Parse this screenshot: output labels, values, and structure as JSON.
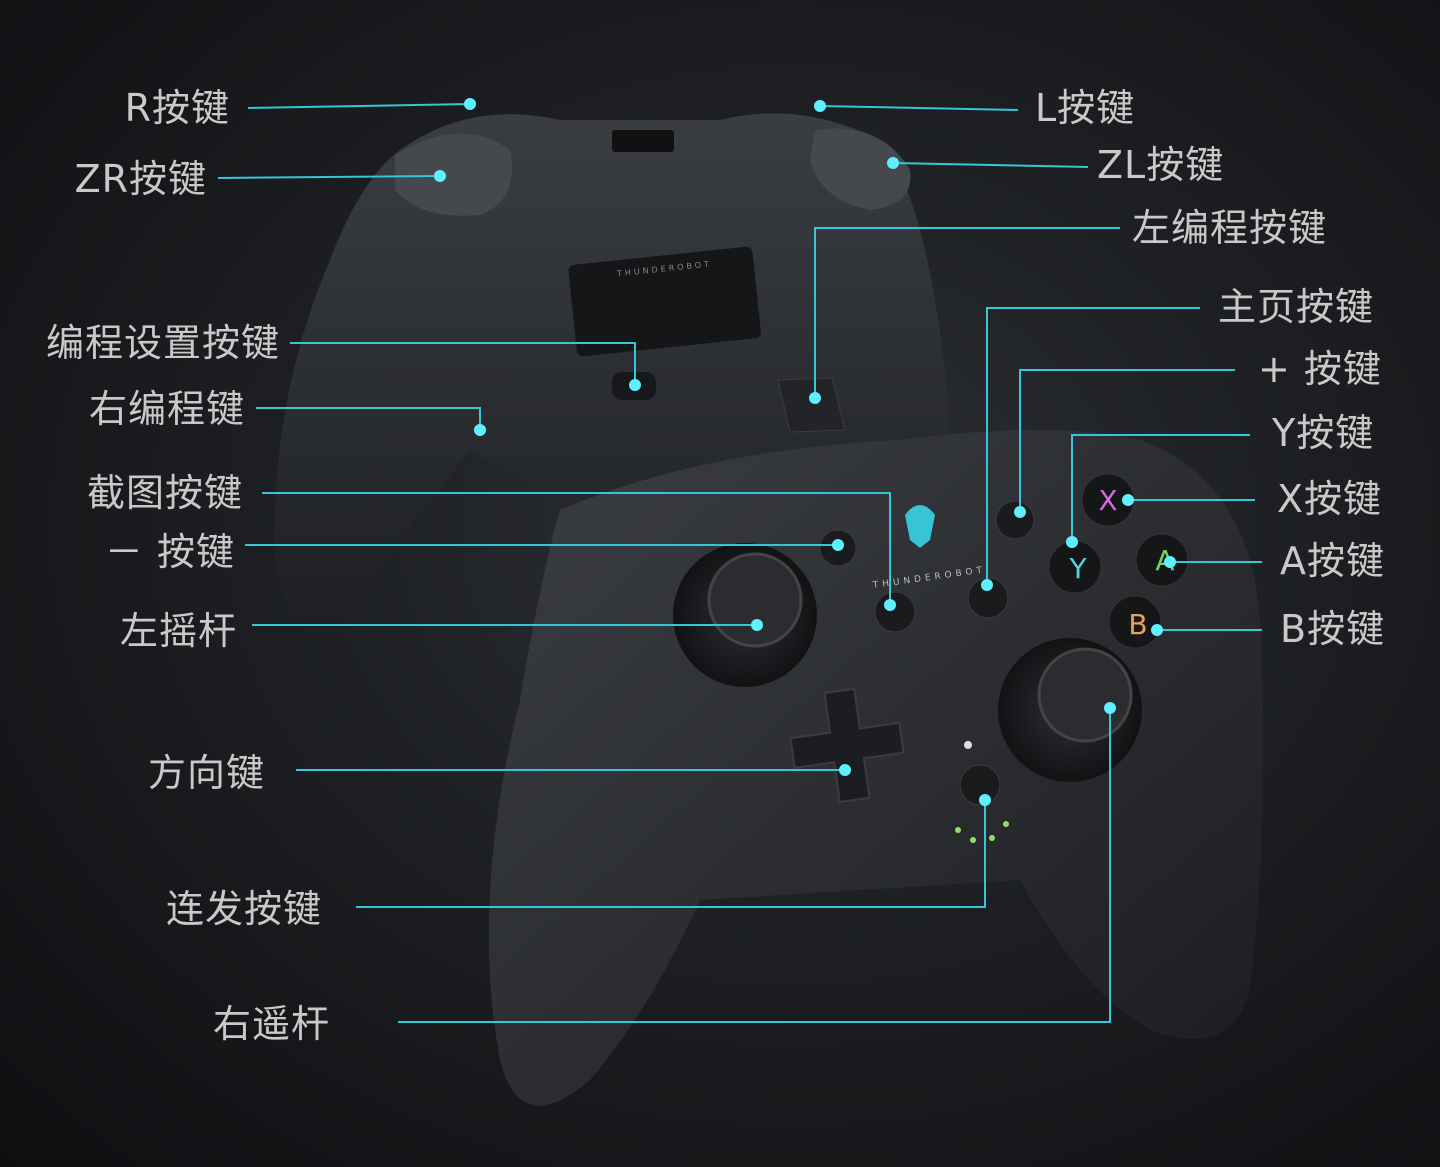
{
  "brand": "THUNDEROBOT",
  "colors": {
    "leader_line": "#35c6d8",
    "label_text": "#c9c9c9",
    "body": "#2b2d31",
    "button_x": "#d46bd8",
    "button_y": "#4fd4e0",
    "button_a": "#6fd46a",
    "button_b": "#e8a05a"
  },
  "face_buttons": {
    "x": "X",
    "y": "Y",
    "a": "A",
    "b": "B"
  },
  "labels_left": [
    {
      "id": "r",
      "text": "R按键"
    },
    {
      "id": "zr",
      "text": "ZR按键"
    },
    {
      "id": "prog-set",
      "text": "编程设置按键"
    },
    {
      "id": "right-prog",
      "text": "右编程键"
    },
    {
      "id": "screenshot",
      "text": "截图按键"
    },
    {
      "id": "minus",
      "text": "－ 按键"
    },
    {
      "id": "left-stick",
      "text": "左摇杆"
    },
    {
      "id": "dpad",
      "text": "方向键"
    },
    {
      "id": "turbo",
      "text": "连发按键"
    },
    {
      "id": "right-stick",
      "text": "右遥杆"
    }
  ],
  "labels_right": [
    {
      "id": "l",
      "text": "L按键"
    },
    {
      "id": "zl",
      "text": "ZL按键"
    },
    {
      "id": "left-prog",
      "text": "左编程按键"
    },
    {
      "id": "home",
      "text": "主页按键"
    },
    {
      "id": "plus",
      "text": "+ 按键"
    },
    {
      "id": "y",
      "text": "Y按键"
    },
    {
      "id": "x",
      "text": "X按键"
    },
    {
      "id": "a",
      "text": "A按键"
    },
    {
      "id": "b",
      "text": "B按键"
    }
  ]
}
